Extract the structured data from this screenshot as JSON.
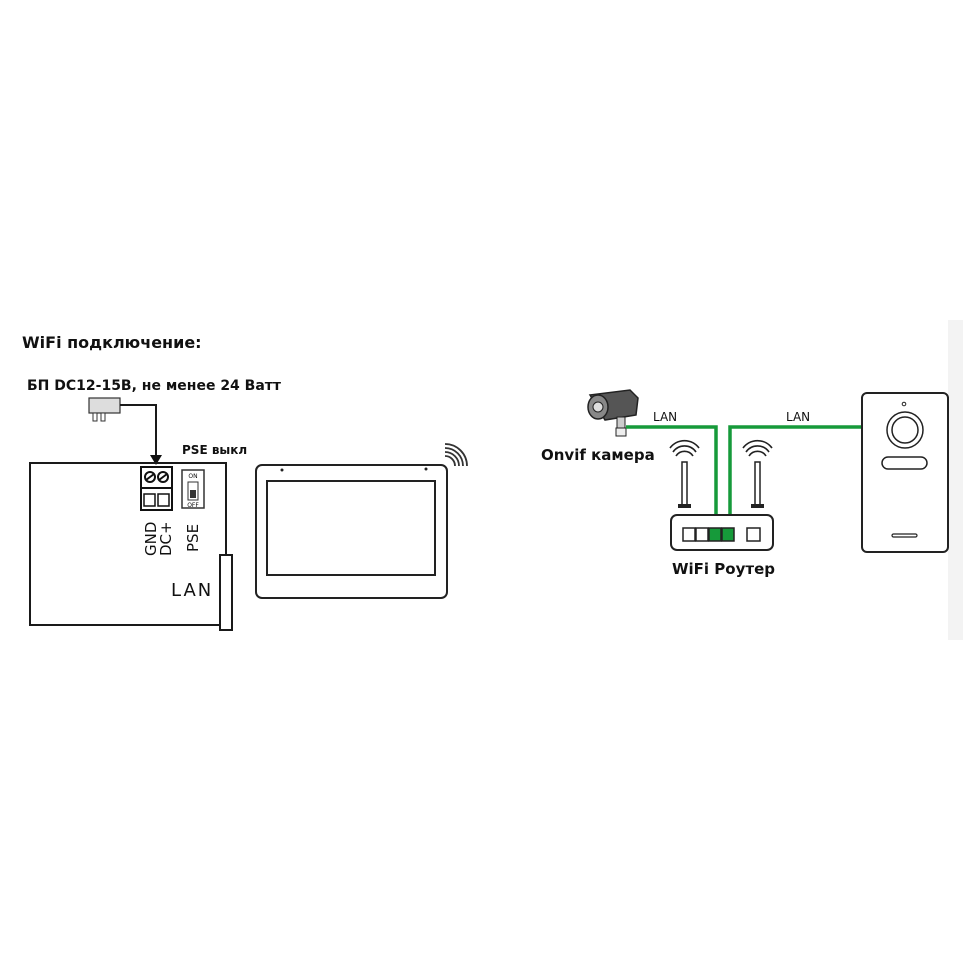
{
  "title": "WiFi подключение:",
  "power_supply_label": "БП DC12-15В, не менее 24 Ватт",
  "pse_off_label": "PSE выкл",
  "terminals": {
    "gnd": "GND",
    "dc_plus": "DC+",
    "pse": "PSE"
  },
  "switch": {
    "on": "ON",
    "off": "OFF"
  },
  "monitor_lan_label": "LAN",
  "camera_label": "Onvif камера",
  "lan_label_camera": "LAN",
  "lan_label_panel": "LAN",
  "router_label": "WiFi Роутер",
  "colors": {
    "cable": "#169a3a",
    "ink": "#1a1a1a"
  }
}
